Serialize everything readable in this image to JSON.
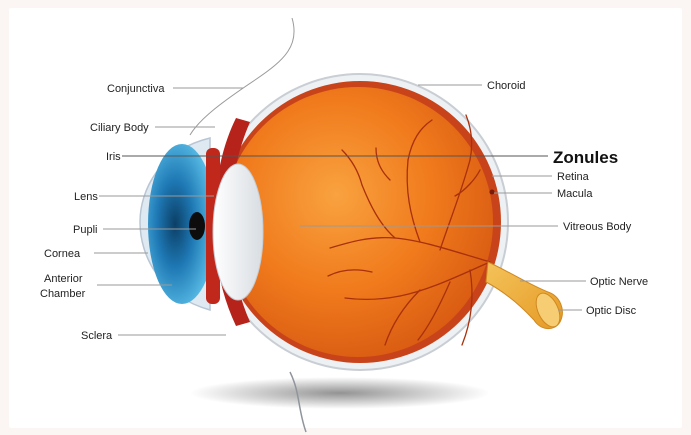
{
  "diagram": {
    "labels": {
      "conjunctiva": "Conjunctiva",
      "ciliary_body": "Ciliary Body",
      "iris": "Iris",
      "lens": "Lens",
      "pupil": "Pupli",
      "cornea": "Cornea",
      "anterior_chamber_1": "Anterior",
      "anterior_chamber_2": "Chamber",
      "sclera": "Sclera",
      "choroid": "Choroid",
      "zonules": "Zonules",
      "retina": "Retina",
      "macula": "Macula",
      "vitreous_body": "Vitreous Body",
      "optic_nerve": "Optic Nerve",
      "optic_disc": "Optic Disc"
    },
    "colors": {
      "eyeball_orange": "#f07a1c",
      "choroid_dark": "#c8431a",
      "iris_blue": "#2a8fc8",
      "sclera_white": "#f4f6f8",
      "optic_nerve": "#f2b23a"
    }
  }
}
